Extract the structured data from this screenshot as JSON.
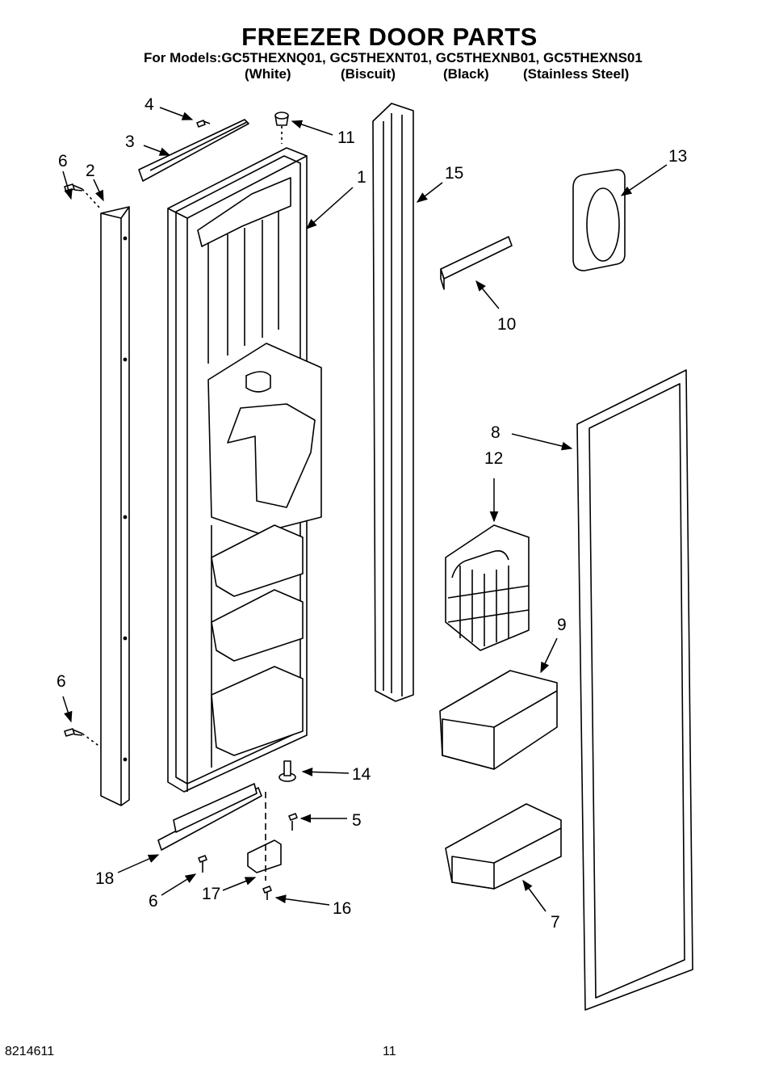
{
  "header": {
    "title": "FREEZER DOOR PARTS",
    "models_line": "For Models:GC5THEXNQ01, GC5THEXNT01, GC5THEXNB01, GC5THEXNS01",
    "finishes": [
      "(White)",
      "(Biscuit)",
      "(Black)",
      "(Stainless Steel)"
    ]
  },
  "callouts": [
    "1",
    "2",
    "3",
    "4",
    "5",
    "6",
    "6",
    "6",
    "7",
    "8",
    "9",
    "10",
    "11",
    "12",
    "13",
    "14",
    "15",
    "16",
    "17",
    "18"
  ],
  "footer": {
    "doc_number": "8214611",
    "page_number": "11"
  }
}
